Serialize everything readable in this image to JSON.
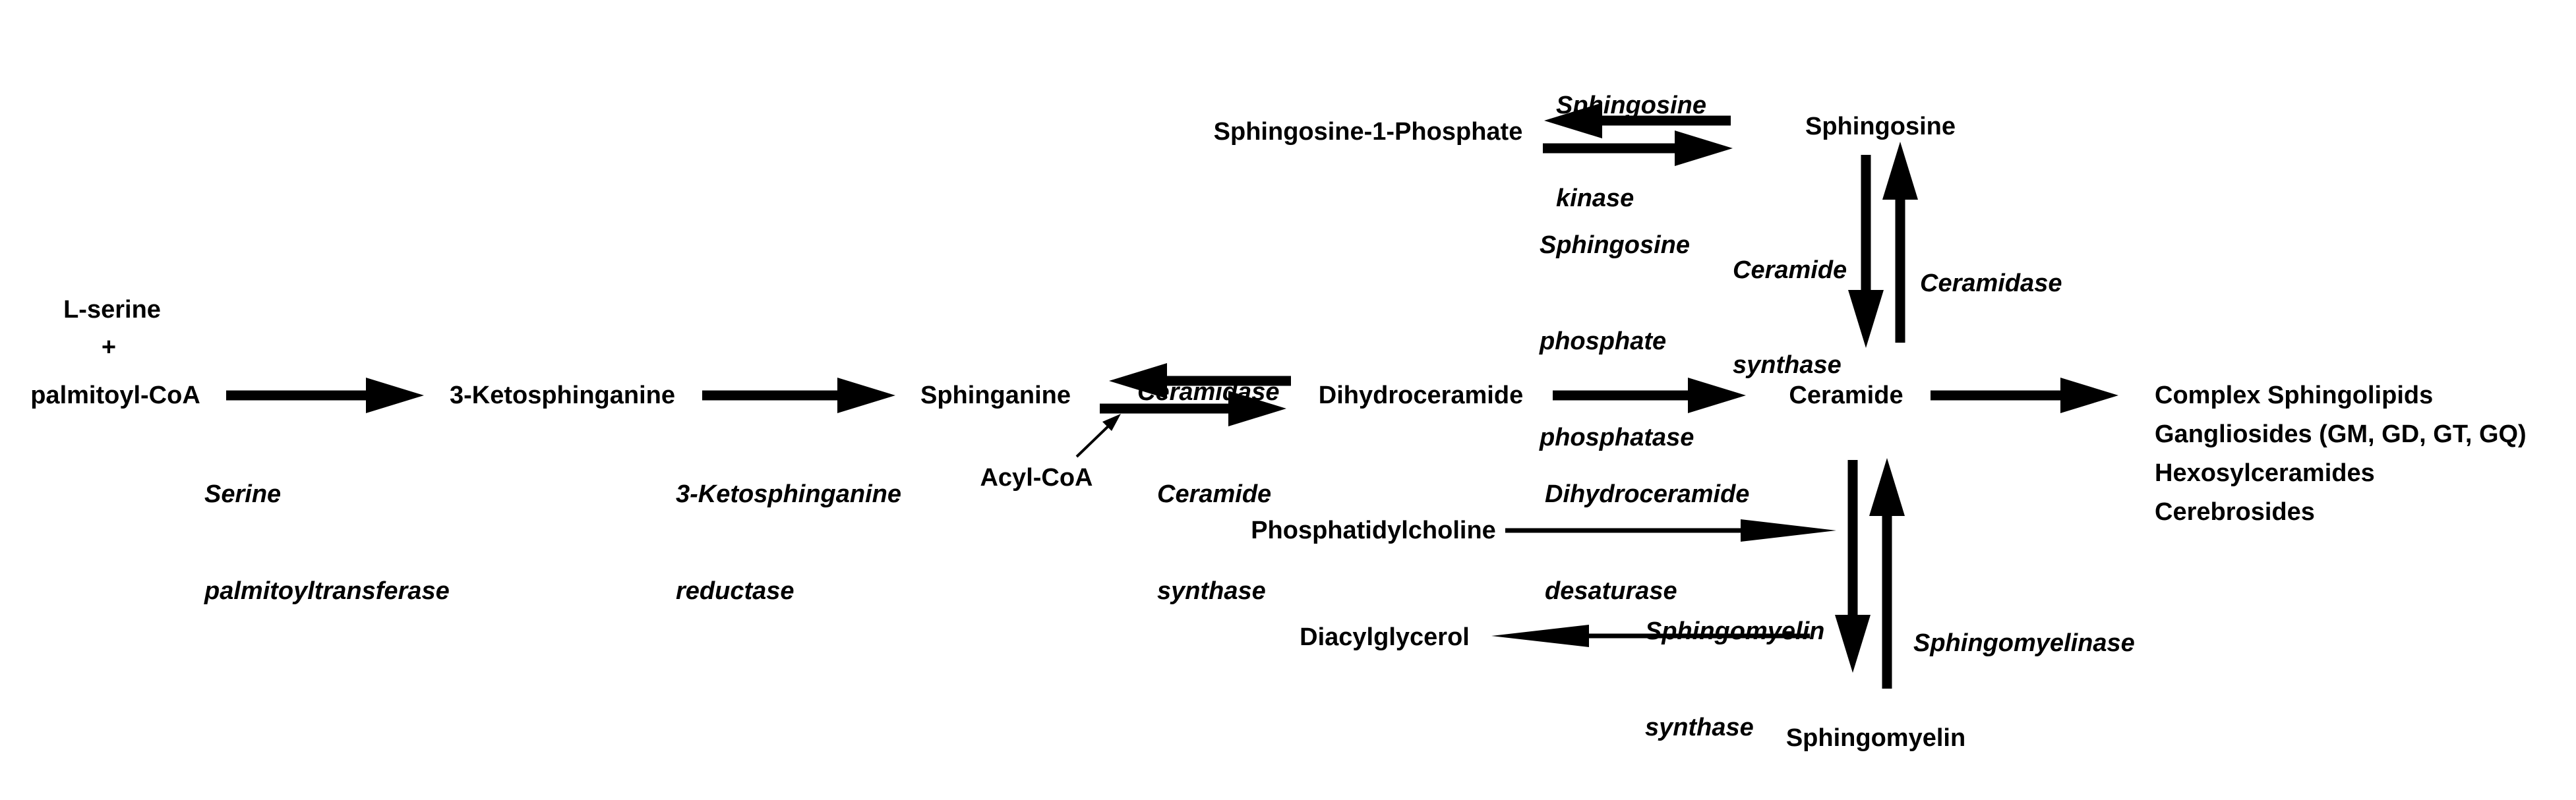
{
  "colors": {
    "ink": "#000000",
    "background": "#ffffff"
  },
  "metabolites": {
    "l_serine": "L-serine",
    "plus": "+",
    "palmitoyl_coa": "palmitoyl-CoA",
    "ketosphinganine": "3-Ketosphinganine",
    "sphinganine": "Sphinganine",
    "acyl_coa": "Acyl-CoA",
    "dihydroceramide": "Dihydroceramide",
    "ceramide": "Ceramide",
    "sphingosine": "Sphingosine",
    "s1p": "Sphingosine-1-Phosphate",
    "phosphatidylcholine": "Phosphatidylcholine",
    "diacylglycerol": "Diacylglycerol",
    "sphingomyelin": "Sphingomyelin",
    "complex_products": [
      "Complex Sphingolipids",
      "Gangliosides (GM, GD, GT, GQ)",
      "Hexosylceramides",
      "Cerebrosides"
    ]
  },
  "enzymes": {
    "serine_palmitoyltransferase": [
      "Serine",
      "palmitoyltransferase"
    ],
    "ketosphinganine_reductase": [
      "3-Ketosphinganine",
      "reductase"
    ],
    "ceramidase_left": [
      "Ceramidase"
    ],
    "ceramide_synthase_left": [
      "Ceramide",
      "synthase"
    ],
    "dihydroceramide_desaturase": [
      "Dihydroceramide",
      "desaturase"
    ],
    "sphingosine_kinase": [
      "Sphingosine",
      "kinase"
    ],
    "sphingosine_phosphate_phosphatase": [
      "Sphingosine",
      "phosphate",
      "phosphatase"
    ],
    "ceramide_synthase_right": [
      "Ceramide",
      "synthase"
    ],
    "ceramidase_right": [
      "Ceramidase"
    ],
    "sphingomyelin_synthase": [
      "Sphingomyelin",
      "synthase"
    ],
    "sphingomyelinase": [
      "Sphingomyelinase"
    ]
  }
}
